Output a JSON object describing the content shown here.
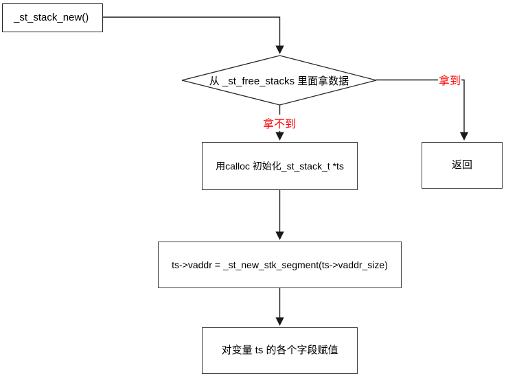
{
  "canvas": {
    "background": "#ffffff"
  },
  "colors": {
    "connector": "#1a1a1a",
    "node_border": "#404040",
    "node_fill": "#ffffff",
    "text": "#000000",
    "branch_label": "#ff0000"
  },
  "nodes": {
    "start": {
      "type": "process",
      "label": "_st_stack_new()"
    },
    "decision": {
      "type": "decision",
      "label": "从 _st_free_stacks 里面拿数据"
    },
    "calloc": {
      "type": "process",
      "label": "用calloc 初始化_st_stack_t *ts"
    },
    "return": {
      "type": "process",
      "label": "返回"
    },
    "new_segment": {
      "type": "process",
      "label": "ts->vaddr = _st_new_stk_segment(ts->vaddr_size)"
    },
    "assign_fields": {
      "type": "process",
      "label": "对变量 ts 的各个字段赋值"
    }
  },
  "edge_labels": {
    "got": "拿到",
    "not_got": "拿不到"
  }
}
